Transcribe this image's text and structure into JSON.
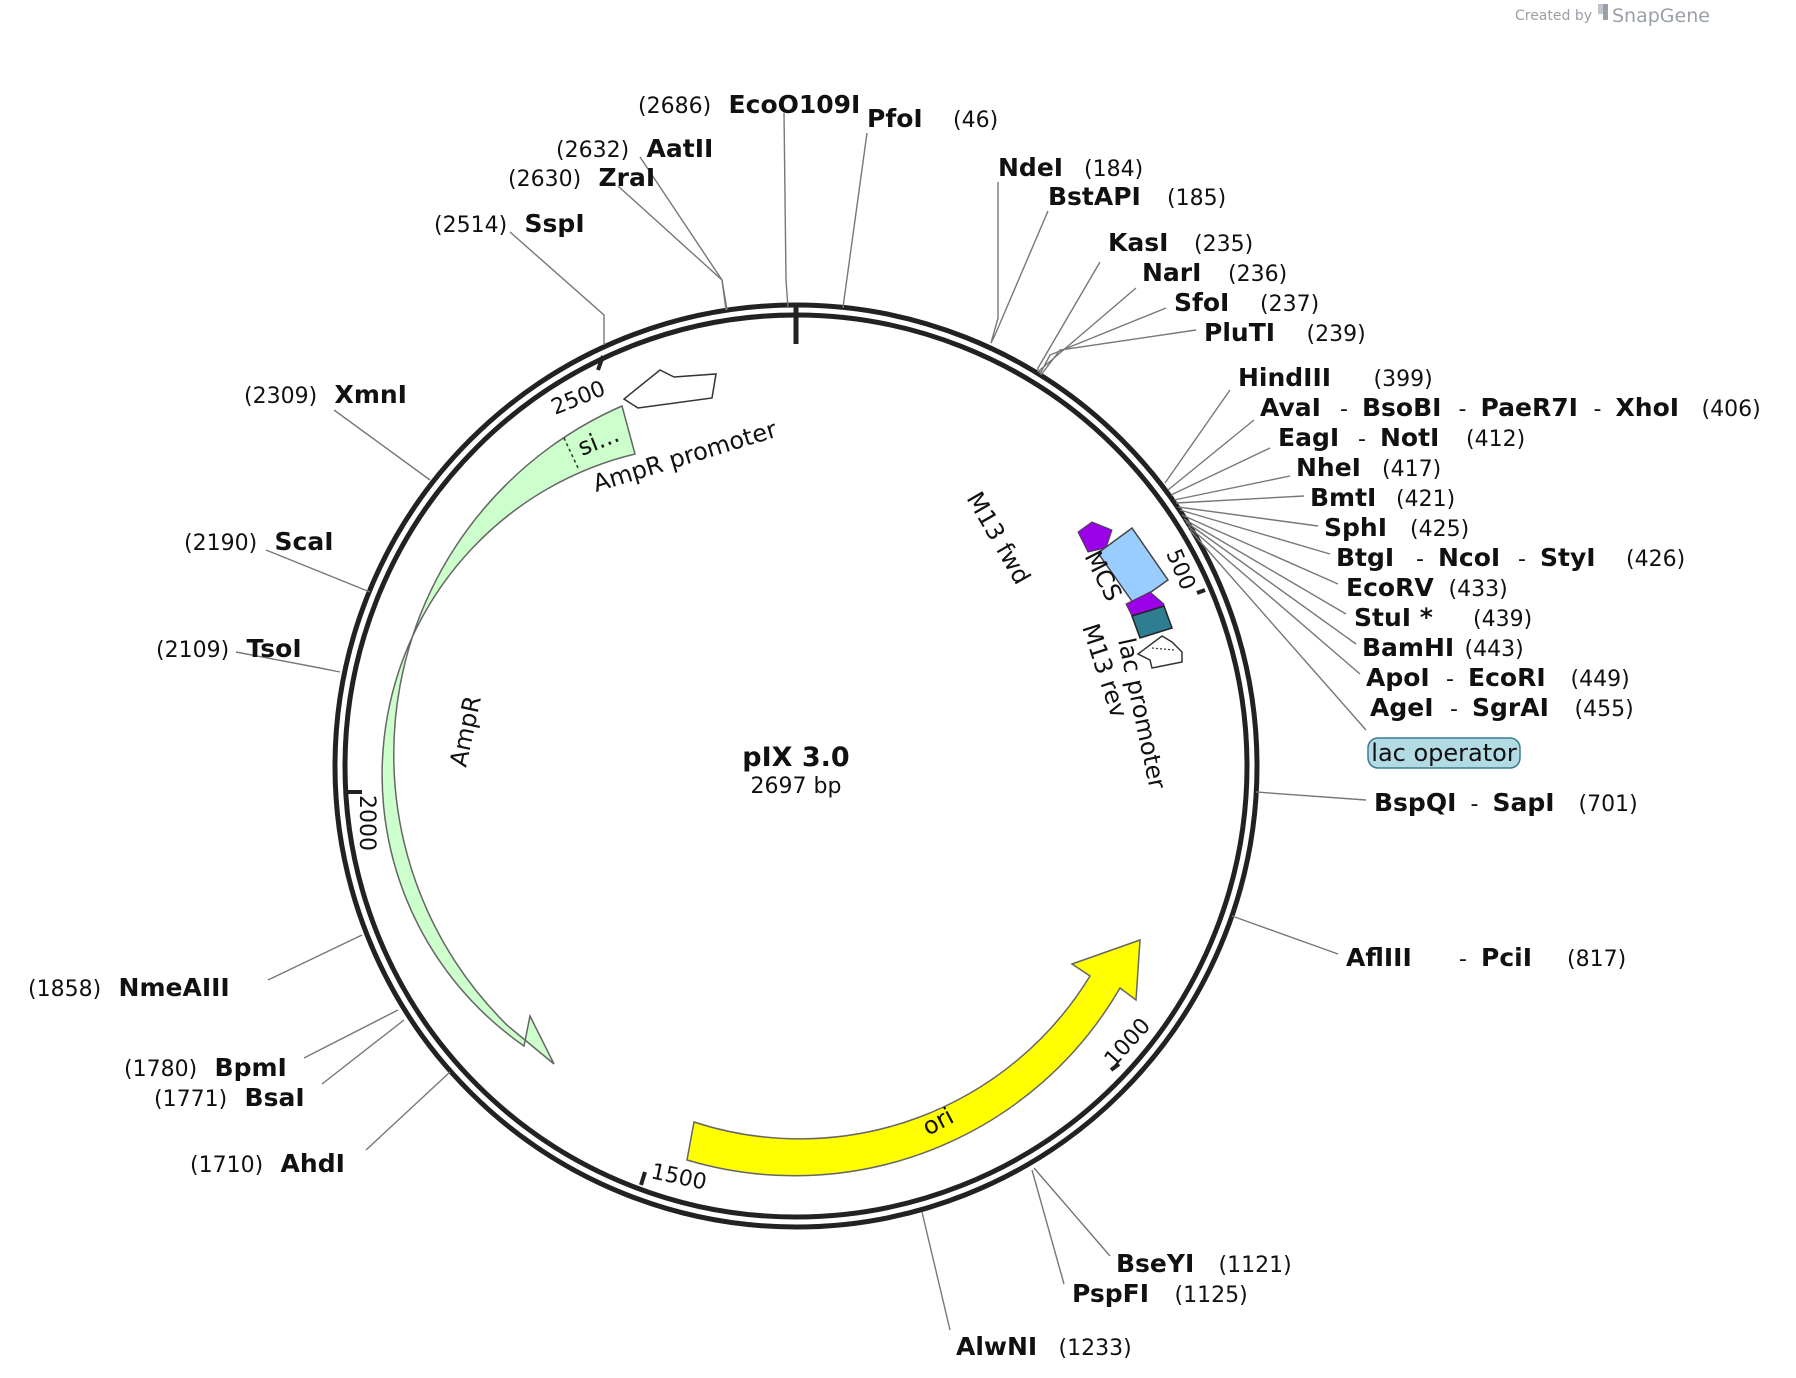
{
  "credit": {
    "created_by": "Created by",
    "brand": "SnapGene"
  },
  "plasmid": {
    "name": "pIX 3.0",
    "size_label": "2697 bp",
    "length_bp": 2697
  },
  "ruler_ticks": [
    "500",
    "1000",
    "1500",
    "2000",
    "2500"
  ],
  "features": {
    "ampr_promoter": "AmpR promoter",
    "signal": "si...",
    "ampr": "AmpR",
    "ori": "ori",
    "m13_fwd": "M13 fwd",
    "mcs": "MCS",
    "m13_rev": "M13 rev",
    "lac_promoter": "lac promoter",
    "lac_operator": "lac operator"
  },
  "sites": [
    {
      "id": "ecoo109i",
      "names": [
        "EcoO109I"
      ],
      "pos": "(2686)"
    },
    {
      "id": "pfoi",
      "names": [
        "PfoI"
      ],
      "pos": "(46)"
    },
    {
      "id": "aatii",
      "names": [
        "AatII"
      ],
      "pos": "(2632)"
    },
    {
      "id": "zrai",
      "names": [
        "ZraI"
      ],
      "pos": "(2630)"
    },
    {
      "id": "ndei",
      "names": [
        "NdeI"
      ],
      "pos": "(184)"
    },
    {
      "id": "bstapi",
      "names": [
        "BstAPI"
      ],
      "pos": "(185)"
    },
    {
      "id": "sspi",
      "names": [
        "SspI"
      ],
      "pos": "(2514)"
    },
    {
      "id": "kasi",
      "names": [
        "KasI"
      ],
      "pos": "(235)"
    },
    {
      "id": "nari",
      "names": [
        "NarI"
      ],
      "pos": "(236)"
    },
    {
      "id": "sfoi",
      "names": [
        "SfoI"
      ],
      "pos": "(237)"
    },
    {
      "id": "pluti",
      "names": [
        "PluTI"
      ],
      "pos": "(239)"
    },
    {
      "id": "xmni",
      "names": [
        "XmnI"
      ],
      "pos": "(2309)"
    },
    {
      "id": "hindiii",
      "names": [
        "HindIII"
      ],
      "pos": "(399)"
    },
    {
      "id": "avai",
      "names": [
        "AvaI",
        "BsoBI",
        "PaeR7I",
        "XhoI"
      ],
      "pos": "(406)"
    },
    {
      "id": "eagi",
      "names": [
        "EagI",
        "NotI"
      ],
      "pos": "(412)"
    },
    {
      "id": "nhei",
      "names": [
        "NheI"
      ],
      "pos": "(417)"
    },
    {
      "id": "bmti",
      "names": [
        "BmtI"
      ],
      "pos": "(421)"
    },
    {
      "id": "scai",
      "names": [
        "ScaI"
      ],
      "pos": "(2190)"
    },
    {
      "id": "sphi",
      "names": [
        "SphI"
      ],
      "pos": "(425)"
    },
    {
      "id": "btgi",
      "names": [
        "BtgI",
        "NcoI",
        "StyI"
      ],
      "pos": "(426)"
    },
    {
      "id": "ecorv",
      "names": [
        "EcoRV"
      ],
      "pos": "(433)"
    },
    {
      "id": "stui",
      "names": [
        "StuI *"
      ],
      "pos": "(439)",
      "grey": true
    },
    {
      "id": "tsoi",
      "names": [
        "TsoI"
      ],
      "pos": "(2109)"
    },
    {
      "id": "bamhi",
      "names": [
        "BamHI"
      ],
      "pos": "(443)"
    },
    {
      "id": "apoi",
      "names": [
        "ApoI",
        "EcoRI"
      ],
      "pos": "(449)"
    },
    {
      "id": "agei",
      "names": [
        "AgeI",
        "SgrAI"
      ],
      "pos": "(455)"
    },
    {
      "id": "bspqi",
      "names": [
        "BspQI",
        "SapI"
      ],
      "pos": "(701)"
    },
    {
      "id": "afliii",
      "names": [
        "AflIII",
        "PciI"
      ],
      "pos": "(817)"
    },
    {
      "id": "nmeaiii",
      "names": [
        "NmeAIII"
      ],
      "pos": "(1858)"
    },
    {
      "id": "bpmi",
      "names": [
        "BpmI"
      ],
      "pos": "(1780)"
    },
    {
      "id": "bsai",
      "names": [
        "BsaI"
      ],
      "pos": "(1771)"
    },
    {
      "id": "ahdi",
      "names": [
        "AhdI"
      ],
      "pos": "(1710)"
    },
    {
      "id": "bseyi",
      "names": [
        "BseYI"
      ],
      "pos": "(1121)"
    },
    {
      "id": "pspfi",
      "names": [
        "PspFI"
      ],
      "pos": "(1125)"
    },
    {
      "id": "alwni",
      "names": [
        "AlwNI"
      ],
      "pos": "(1233)"
    }
  ],
  "colors": {
    "backbone": "#222222",
    "ampr": "#ccffcc",
    "ori": "#ffff00",
    "primer": "#9b00e8",
    "mcs": "#99ccff",
    "lac_operator": "#2e7d91",
    "lac_operator_tag": "#b3dbe3",
    "leader": "#777777"
  }
}
